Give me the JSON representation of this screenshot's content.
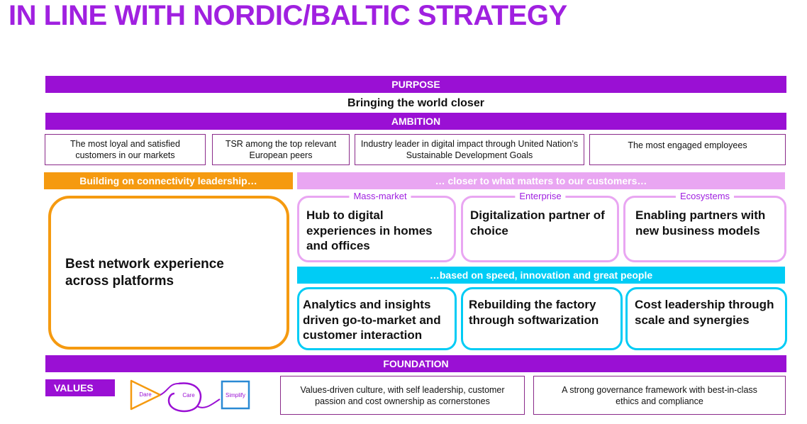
{
  "title": "IN LINE WITH NORDIC/BALTIC STRATEGY",
  "purpose": {
    "label": "PURPOSE",
    "statement": "Bringing the world closer"
  },
  "ambition": {
    "label": "AMBITION",
    "items": [
      "The most loyal and satisfied customers in our markets",
      "TSR among the top relevant European peers",
      "Industry leader in digital impact through United Nation’s Sustainable Development Goals",
      "The most engaged employees"
    ]
  },
  "connectivity": {
    "header": "Building on connectivity leadership…",
    "box": "Best network experience across platforms"
  },
  "customers": {
    "header": "… closer to what matters to our customers…",
    "segments": [
      {
        "label": "Mass-market",
        "text": "Hub to digital experiences in homes and offices"
      },
      {
        "label": "Enterprise",
        "text": "Digitalization partner of choice"
      },
      {
        "label": "Ecosystems",
        "text": "Enabling partners with new business models"
      }
    ]
  },
  "speed": {
    "header": "…based on speed, innovation and great people",
    "items": [
      "Analytics and insights driven go-to-market and customer interaction",
      "Rebuilding the factory through softwarization",
      "Cost leadership through scale and synergies"
    ]
  },
  "foundation": {
    "label": "FOUNDATION",
    "values_label": "VALUES",
    "values": [
      "Dare",
      "Care",
      "Simplify"
    ],
    "boxes": [
      "Values-driven culture, with self leadership, customer passion and cost ownership as cornerstones",
      "A strong governance framework with best-in-class ethics and compliance"
    ]
  },
  "colors": {
    "purple": "#9a10d4",
    "title": "#a020e0",
    "orange": "#f59a10",
    "lilac": "#e9a6f2",
    "cyan": "#00ccf5",
    "simplify_blue": "#2a8ad4"
  }
}
